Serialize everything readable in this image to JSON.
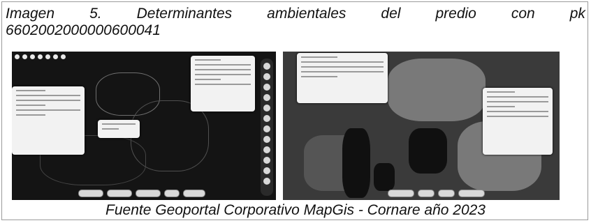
{
  "caption": {
    "title_words": [
      "Imagen",
      "5.",
      "Determinantes",
      "ambientales",
      "del",
      "predio",
      "con",
      "pk"
    ],
    "title_line2": "6602002000000600041",
    "source": "Fuente Geoportal Corporativo MapGis - Cornare año 2023"
  },
  "colors": {
    "text": "#111111",
    "map_dark": "#141414",
    "panel": "#f2f2f2"
  }
}
